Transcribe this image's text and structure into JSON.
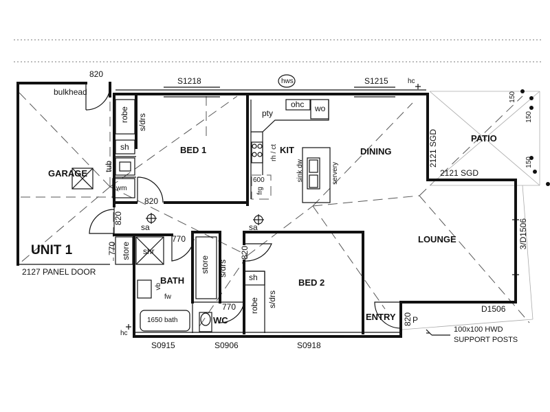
{
  "plan": {
    "unit_label": "UNIT 1",
    "rooms": {
      "garage": "GARAGE",
      "bed1": "BED 1",
      "bed2": "BED 2",
      "kit": "KIT",
      "dining": "DINING",
      "lounge": "LOUNGE",
      "patio": "PATIO",
      "bath": "BATH",
      "wc": "WC",
      "entry": "ENTRY"
    },
    "fixtures": {
      "bulkhead": "bulkhead",
      "robe1": "robe",
      "sdrs1": "s/drs",
      "sh1": "sh",
      "tub": "tub",
      "wm": "wm",
      "pty": "pty",
      "ohc": "ohc",
      "wo": "wo",
      "rhct": "rh / ct",
      "fr600": "600",
      "frg": "frg",
      "sinkdw": "sink dw",
      "servery": "servery",
      "hws": "hws",
      "store1": "store",
      "shr": "shr",
      "vb": "vb",
      "fw": "fw",
      "bath_fixture": "1650 bath",
      "store2": "store",
      "sdrs2": "s/drs",
      "sh2": "sh",
      "robe2": "robe",
      "sdrs3": "s/drs",
      "p": "P",
      "sa1": "sa",
      "sa2": "sa",
      "hc1": "hc",
      "hc2": "hc"
    },
    "dimensions": {
      "d820_top": "820",
      "s1218": "S1218",
      "s1215": "S1215",
      "d150a": "150",
      "d150b": "150",
      "d150c": "150",
      "sgd_vert": "2121 SGD",
      "sgd_horiz": "2121 SGD",
      "d3d1506": "3/D1506",
      "d1506": "D1506",
      "d820_mid": "820",
      "d820_left": "820",
      "d770_left": "770",
      "d770_bath": "770",
      "d820_bed2": "820",
      "d770_wc": "770",
      "d820_entry": "820",
      "panel_door": "2127 PANEL DOOR",
      "s0915": "S0915",
      "s0906": "S0906",
      "s0918": "S0918"
    },
    "note": {
      "line1": "100x100 HWD",
      "line2": "SUPPORT POSTS"
    }
  }
}
